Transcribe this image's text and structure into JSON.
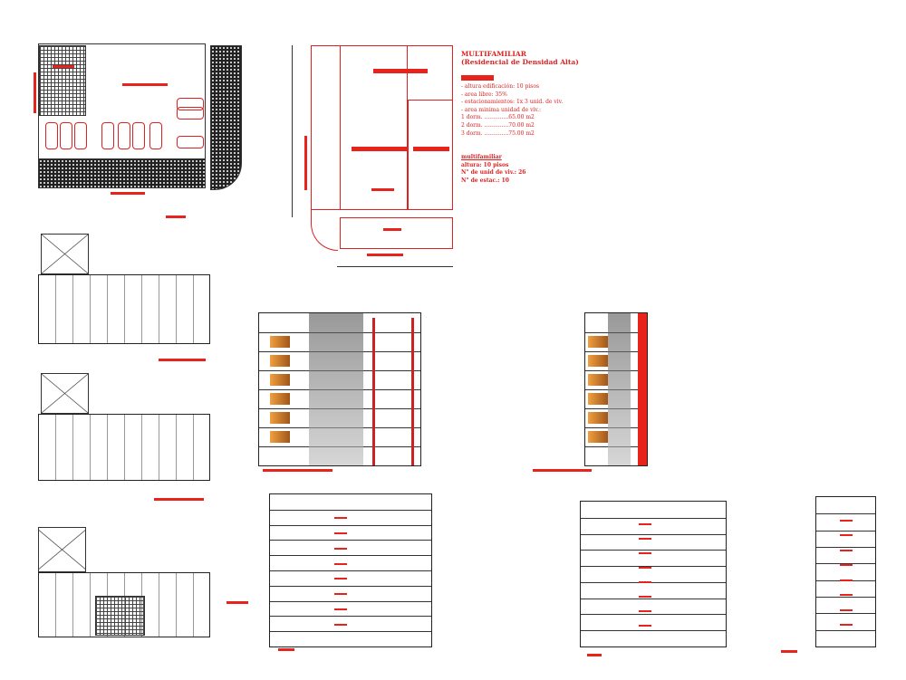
{
  "notes": {
    "title": "MULTIFAMILIAR",
    "subtitle": "(Residencial de Densidad Alta)",
    "params": [
      "- altura edificación: 10 pisos",
      "- area libre: 35%",
      "- estacionamientos: 1x 3 unid. de viv.",
      "- area minima unidad de viv.:",
      "1 dorm. ..............65.00 m2",
      "2 dorm. ..............70.00 m2",
      "3 dorm. ..............75.00 m2"
    ],
    "summary_title": "multifamiliar",
    "summary": [
      "altura: 10 pisos",
      "N° de unid de viv.: 26",
      "N° de estac.: 10"
    ]
  },
  "colors": {
    "accent": "#e8231c",
    "facade_orange": "#d9822b",
    "facade_gray": "#8a8a8a"
  }
}
